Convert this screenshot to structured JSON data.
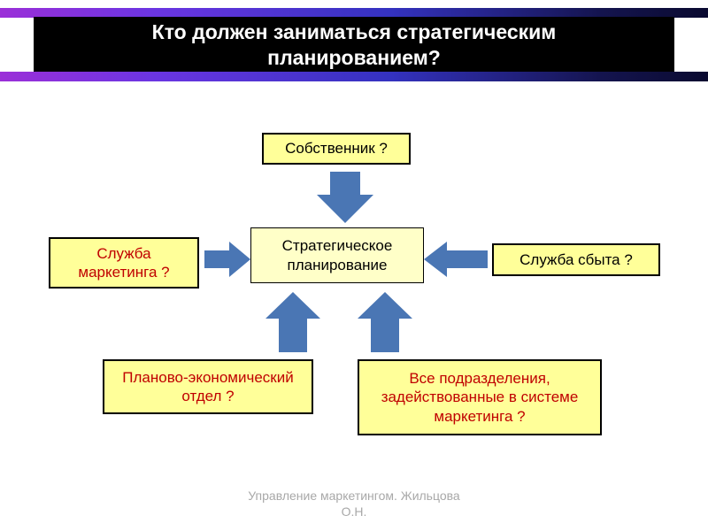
{
  "header": {
    "title": "Кто должен заниматься стратегическим планированием?"
  },
  "diagram": {
    "top_box": "Собственник ?",
    "center_box": "Стратегическое планирование",
    "left_box": "Служба маркетинга ?",
    "right_box": "Служба сбыта ?",
    "bottom_left_box": "Планово-экономический отдел ?",
    "bottom_right_box": "Все подразделения, задействованные в системе маркетинга ?"
  },
  "footer": {
    "text": "Управление маркетингом. Жильцова О.Н."
  },
  "colors": {
    "title_bg": "#000000",
    "title_text": "#ffffff",
    "box_fill": "#ffff99",
    "center_box_fill": "#ffffc8",
    "box_border": "#000000",
    "red_text": "#c00000",
    "arrow_fill": "#4a76b4",
    "footer_text": "#a8a8a8",
    "gradient_left": "#9b2fd8",
    "gradient_right": "#0a0a30"
  }
}
